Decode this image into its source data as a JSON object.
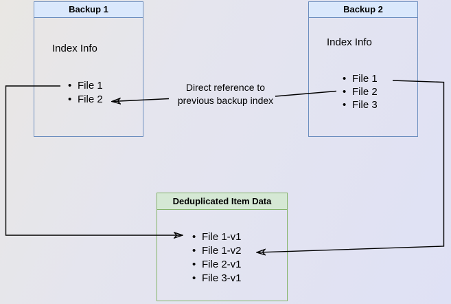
{
  "diagram": {
    "backup1": {
      "title": "Backup 1",
      "section_label": "Index Info",
      "files": [
        "File 1",
        "File 2"
      ]
    },
    "backup2": {
      "title": "Backup 2",
      "section_label": "Index Info",
      "files": [
        "File 1",
        "File 2",
        "File 3"
      ]
    },
    "dedup": {
      "title": "Deduplicated Item Data",
      "items": [
        "File 1-v1",
        "File 1-v2",
        "File 2-v1",
        "File 3-v1"
      ]
    },
    "annotation": "Direct reference to\nprevious backup index",
    "colors": {
      "blue_header_fill": "#dae8fc",
      "blue_border": "#6c8ebf",
      "green_header_fill": "#d5e8d4",
      "green_border": "#82b366",
      "arrow": "#000000"
    }
  }
}
